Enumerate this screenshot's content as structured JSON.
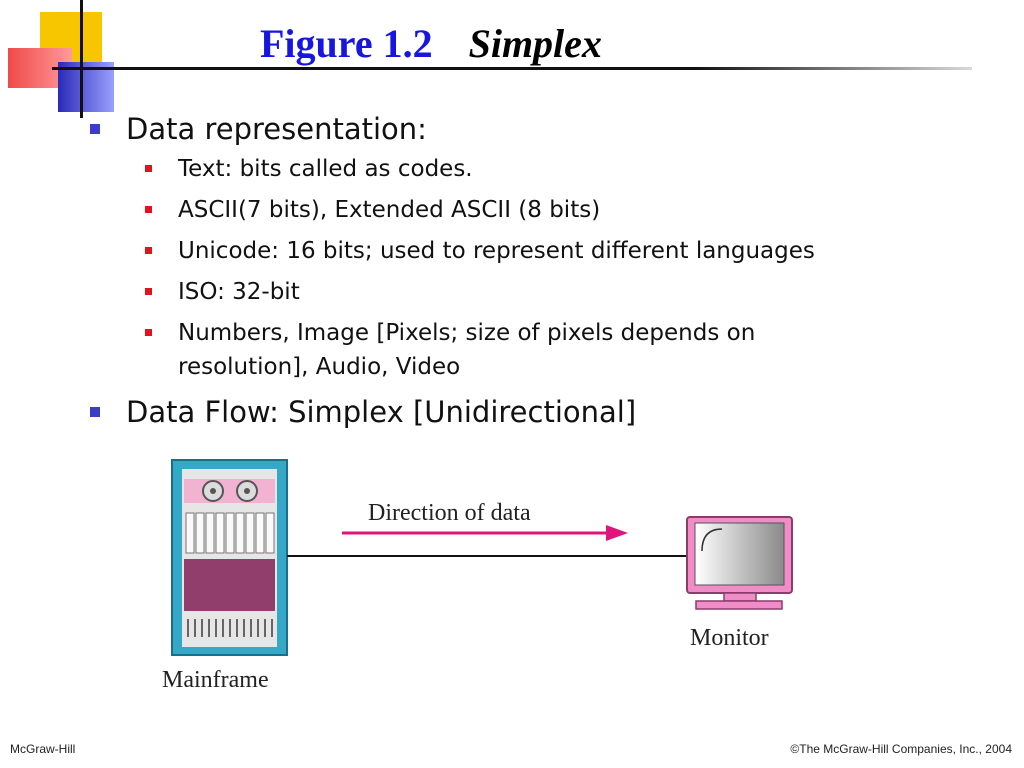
{
  "slide": {
    "title": "Figure 1.2",
    "subtitle": "Simplex",
    "bullets": [
      {
        "text": "Data representation:",
        "sub": [
          "Text: bits called as codes.",
          "ASCII(7 bits), Extended ASCII (8 bits)",
          "Unicode: 16 bits; used to represent different languages",
          "ISO: 32-bit",
          "Numbers, Image [Pixels; size of pixels depends on resolution], Audio, Video"
        ]
      },
      {
        "text": "Data Flow: Simplex [Unidirectional]"
      }
    ]
  },
  "figure": {
    "arrow_label": "Direction of data",
    "source_label": "Mainframe",
    "destination_label": "Monitor",
    "icons": [
      "mainframe-icon",
      "monitor-icon"
    ]
  },
  "footer": {
    "left": "McGraw-Hill",
    "right": "©The McGraw-Hill Companies, Inc., 2004"
  },
  "colors": {
    "title": "#1616e0",
    "bullet_l1": "#3c3cc4",
    "bullet_l2": "#e0141e",
    "arrow": "#e0147a",
    "mainframe_panel": "#923e6c",
    "mainframe_frame": "#35a7c7",
    "monitor_frame": "#f08cc8"
  }
}
